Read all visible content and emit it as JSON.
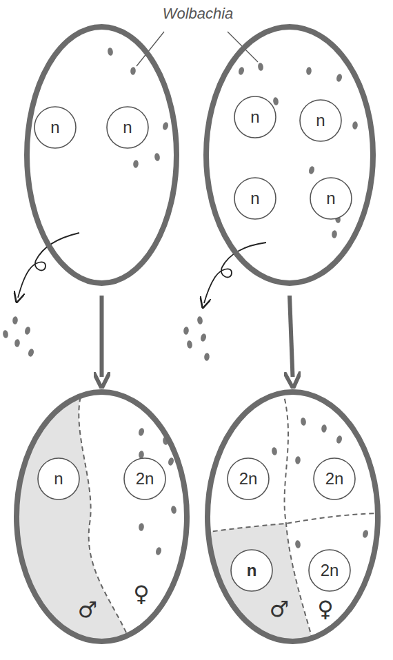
{
  "diagram": {
    "nodes": [
      {},
      {
        "text": [
          "n"
        ],
        "in": 0
      },
      {
        "text": [
          "n"
        ],
        "in": 0
      },
      {},
      {
        "text": [
          "n"
        ],
        "in": 3
      },
      {
        "text": [
          "n"
        ],
        "in": 3
      },
      {
        "text": [
          "n"
        ],
        "in": 3
      },
      {
        "text": [
          "n"
        ],
        "in": 3
      },
      {
        "text": [
          "♂",
          "♀"
        ]
      },
      {
        "text": [
          "n"
        ],
        "in": 8
      },
      {
        "text": [
          "2n"
        ],
        "in": 8
      },
      {
        "text": [
          "♂",
          "♀"
        ]
      },
      {
        "text": [
          "2n"
        ],
        "in": 11
      },
      {
        "text": [
          "2n"
        ],
        "in": 11
      },
      {
        "text": [
          "n"
        ],
        "in": 11
      },
      {
        "text": [
          "2n"
        ],
        "in": 11
      }
    ],
    "edges": [
      {
        "from": 0,
        "to": 8,
        "arrow": "to"
      },
      {
        "from": 3,
        "to": 11,
        "arrow": "to"
      }
    ],
    "labels": [
      "Wolbachia"
    ]
  }
}
